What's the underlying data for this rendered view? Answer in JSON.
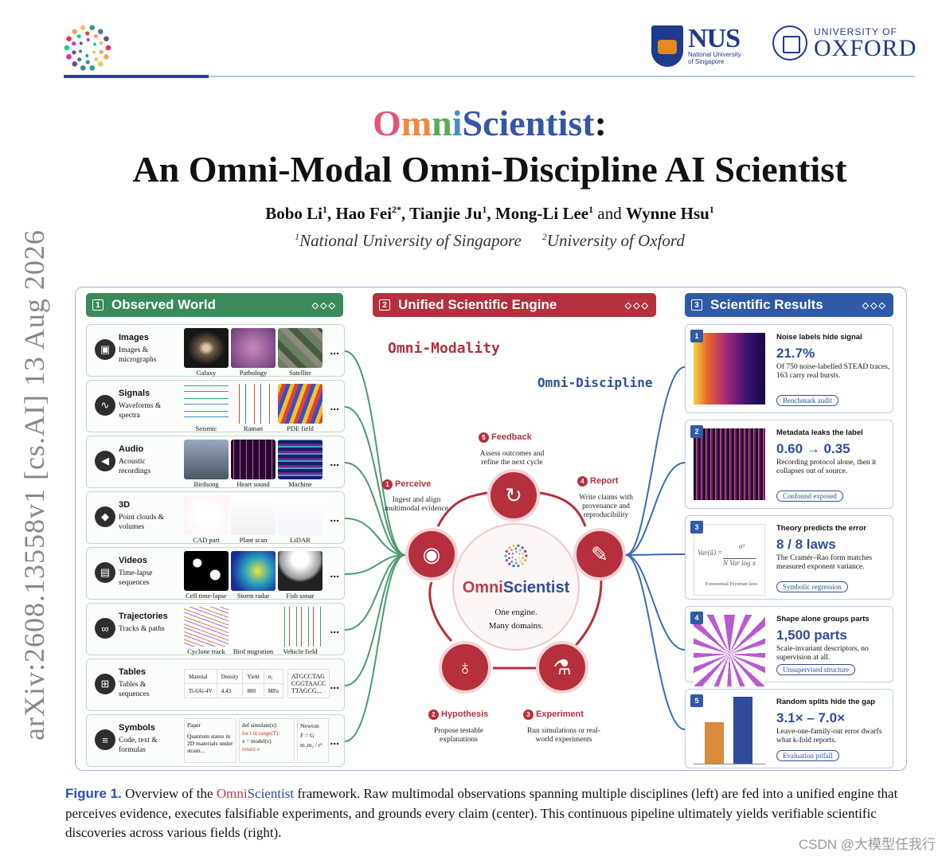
{
  "header": {
    "nus_big": "NUS",
    "nus_line1": "National University",
    "nus_line2": "of Singapore",
    "oxford_top": "UNIVERSITY OF",
    "oxford_main": "OXFORD"
  },
  "arxiv_id": "arXiv:2608.13558v1  [cs.AI]  13 Aug 2026",
  "title": {
    "omni": "Omni",
    "scientist": "Scientist",
    "colon": ":",
    "subtitle": "An Omni-Modal Omni-Discipline AI Scientist"
  },
  "authors": [
    {
      "name": "Bobo Li",
      "sup": "1",
      "sep": ", "
    },
    {
      "name": "Hao Fei",
      "sup": "2*",
      "sep": ", "
    },
    {
      "name": "Tianjie Ju",
      "sup": "1",
      "sep": ", "
    },
    {
      "name": "Mong-Li Lee",
      "sup": "1",
      "sep": " and "
    },
    {
      "name": "Wynne Hsu",
      "sup": "1",
      "sep": ""
    }
  ],
  "affiliations": [
    {
      "sup": "1",
      "name": "National University of Singapore"
    },
    {
      "sup": "2",
      "name": "University of Oxford"
    }
  ],
  "figure": {
    "columns": [
      {
        "num": "1",
        "title": "Observed World",
        "color": "#3a8a5c"
      },
      {
        "num": "2",
        "title": "Unified Scientific Engine",
        "color": "#b5303c"
      },
      {
        "num": "3",
        "title": "Scientific Results",
        "color": "#2f5aa8"
      }
    ],
    "observed": [
      {
        "title": "Images",
        "sub": "Images & micrographs",
        "icon": "▣",
        "thumbs": [
          "Galaxy",
          "Pathology",
          "Satellite"
        ]
      },
      {
        "title": "Signals",
        "sub": "Waveforms & spectra",
        "icon": "∿",
        "thumbs": [
          "Seismic",
          "Raman",
          "PDE field"
        ]
      },
      {
        "title": "Audio",
        "sub": "Acoustic recordings",
        "icon": "◀",
        "thumbs": [
          "Birdsong",
          "Heart sound",
          "Machine"
        ]
      },
      {
        "title": "3D",
        "sub": "Point clouds & volumes",
        "icon": "◆",
        "thumbs": [
          "CAD part",
          "Plant scan",
          "LiDAR"
        ]
      },
      {
        "title": "Videos",
        "sub": "Time-lapse sequences",
        "icon": "▤",
        "thumbs": [
          "Cell time-lapse",
          "Storm radar",
          "Fish sonar"
        ]
      },
      {
        "title": "Trajectories",
        "sub": "Tracks & paths",
        "icon": "∞",
        "thumbs": [
          "Cyclone track",
          "Bird migration",
          "Vehicle field"
        ]
      },
      {
        "title": "Tables",
        "sub": "Tables & sequences",
        "icon": "⊞",
        "table": {
          "headers": [
            "Material",
            "Density",
            "Yield",
            "σᵧ"
          ],
          "row": [
            "Ti-6Al-4V",
            "4.43",
            "880",
            "MPa"
          ]
        },
        "seq": [
          "ATGCCTAG",
          "CGGTAACC",
          "TTAGCG..."
        ]
      },
      {
        "title": "Symbols",
        "sub": "Code, text & formulas",
        "icon": "≡",
        "paper": {
          "head": "Paper",
          "body": "Quantum states in 2D materials under strain..."
        },
        "code": [
          "def simulate(x):",
          "for t in range(T):",
          "x = model(x)",
          "return x"
        ],
        "newton": {
          "head": "Newton",
          "eq": "F = G m₁m₂ / r²"
        }
      }
    ],
    "engine": {
      "omni_modality": "Omni-Modality",
      "omni_discipline": "Omni-Discipline",
      "center_omni": "Omni",
      "center_sci": "Scientist",
      "center_l1": "One engine.",
      "center_l2": "Many domains.",
      "stages": [
        {
          "num": "1",
          "label": "Perceive",
          "desc": "Ingest and align multimodal evidence",
          "icon": "◉"
        },
        {
          "num": "2",
          "label": "Hypothesis",
          "desc": "Propose testable explanations",
          "icon": "♁"
        },
        {
          "num": "3",
          "label": "Experiment",
          "desc": "Run simulations or real-world experiments",
          "icon": "⚗"
        },
        {
          "num": "4",
          "label": "Report",
          "desc": "Write claims with provenance and reproducibility",
          "icon": "✎"
        },
        {
          "num": "5",
          "label": "Feedback",
          "desc": "Assess outcomes and refine the next cycle",
          "icon": "↻"
        }
      ]
    },
    "results": [
      {
        "num": "1",
        "title": "Noise labels hide signal",
        "value": "21.7%",
        "desc": "Of 750 noise-labelled STEAD traces, 163 carry real bursts.",
        "tag": "Benchmark audit"
      },
      {
        "num": "2",
        "title": "Metadata leaks the label",
        "value": "0.60 → 0.35",
        "desc": "Recording protocol alone, then it collapses out of source.",
        "tag": "Confound exposed"
      },
      {
        "num": "3",
        "title": "Theory predicts the error",
        "value": "8 / 8 laws",
        "desc": "The Cramér–Rao form matches measured exponent variance.",
        "tag": "Symbolic regression",
        "formula_lhs": "Var(â) =",
        "formula_num": "σ²",
        "formula_den": "N Var log x",
        "formula_note": "8 monomial Feynman laws"
      },
      {
        "num": "4",
        "title": "Shape alone groups parts",
        "value": "1,500 parts",
        "desc": "Scale-invariant descriptors, no supervision at all.",
        "tag": "Unsupervised structure"
      },
      {
        "num": "5",
        "title": "Random splits hide the gap",
        "value": "3.1× – 7.0×",
        "desc": "Leave-one-family-out error dwarfs what k-fold reports.",
        "tag": "Evaluation pitfall",
        "bars": [
          0.62,
          1.0
        ]
      }
    ]
  },
  "caption": {
    "fig": "Figure 1.",
    "pre": " Overview of the ",
    "omni": "Omni",
    "sci": "Scientist",
    "post": " framework. Raw multimodal observations spanning multiple disciplines (left) are fed into a unified engine that perceives evidence, executes falsifiable experiments, and grounds every claim (center). This continuous pipeline ultimately yields verifiable scientific discoveries across various fields (right)."
  },
  "watermark": "CSDN @大模型任我行",
  "colors": {
    "accent_blue": "#2f5aa8",
    "accent_red": "#b5303c",
    "accent_green": "#3a8a5c"
  }
}
